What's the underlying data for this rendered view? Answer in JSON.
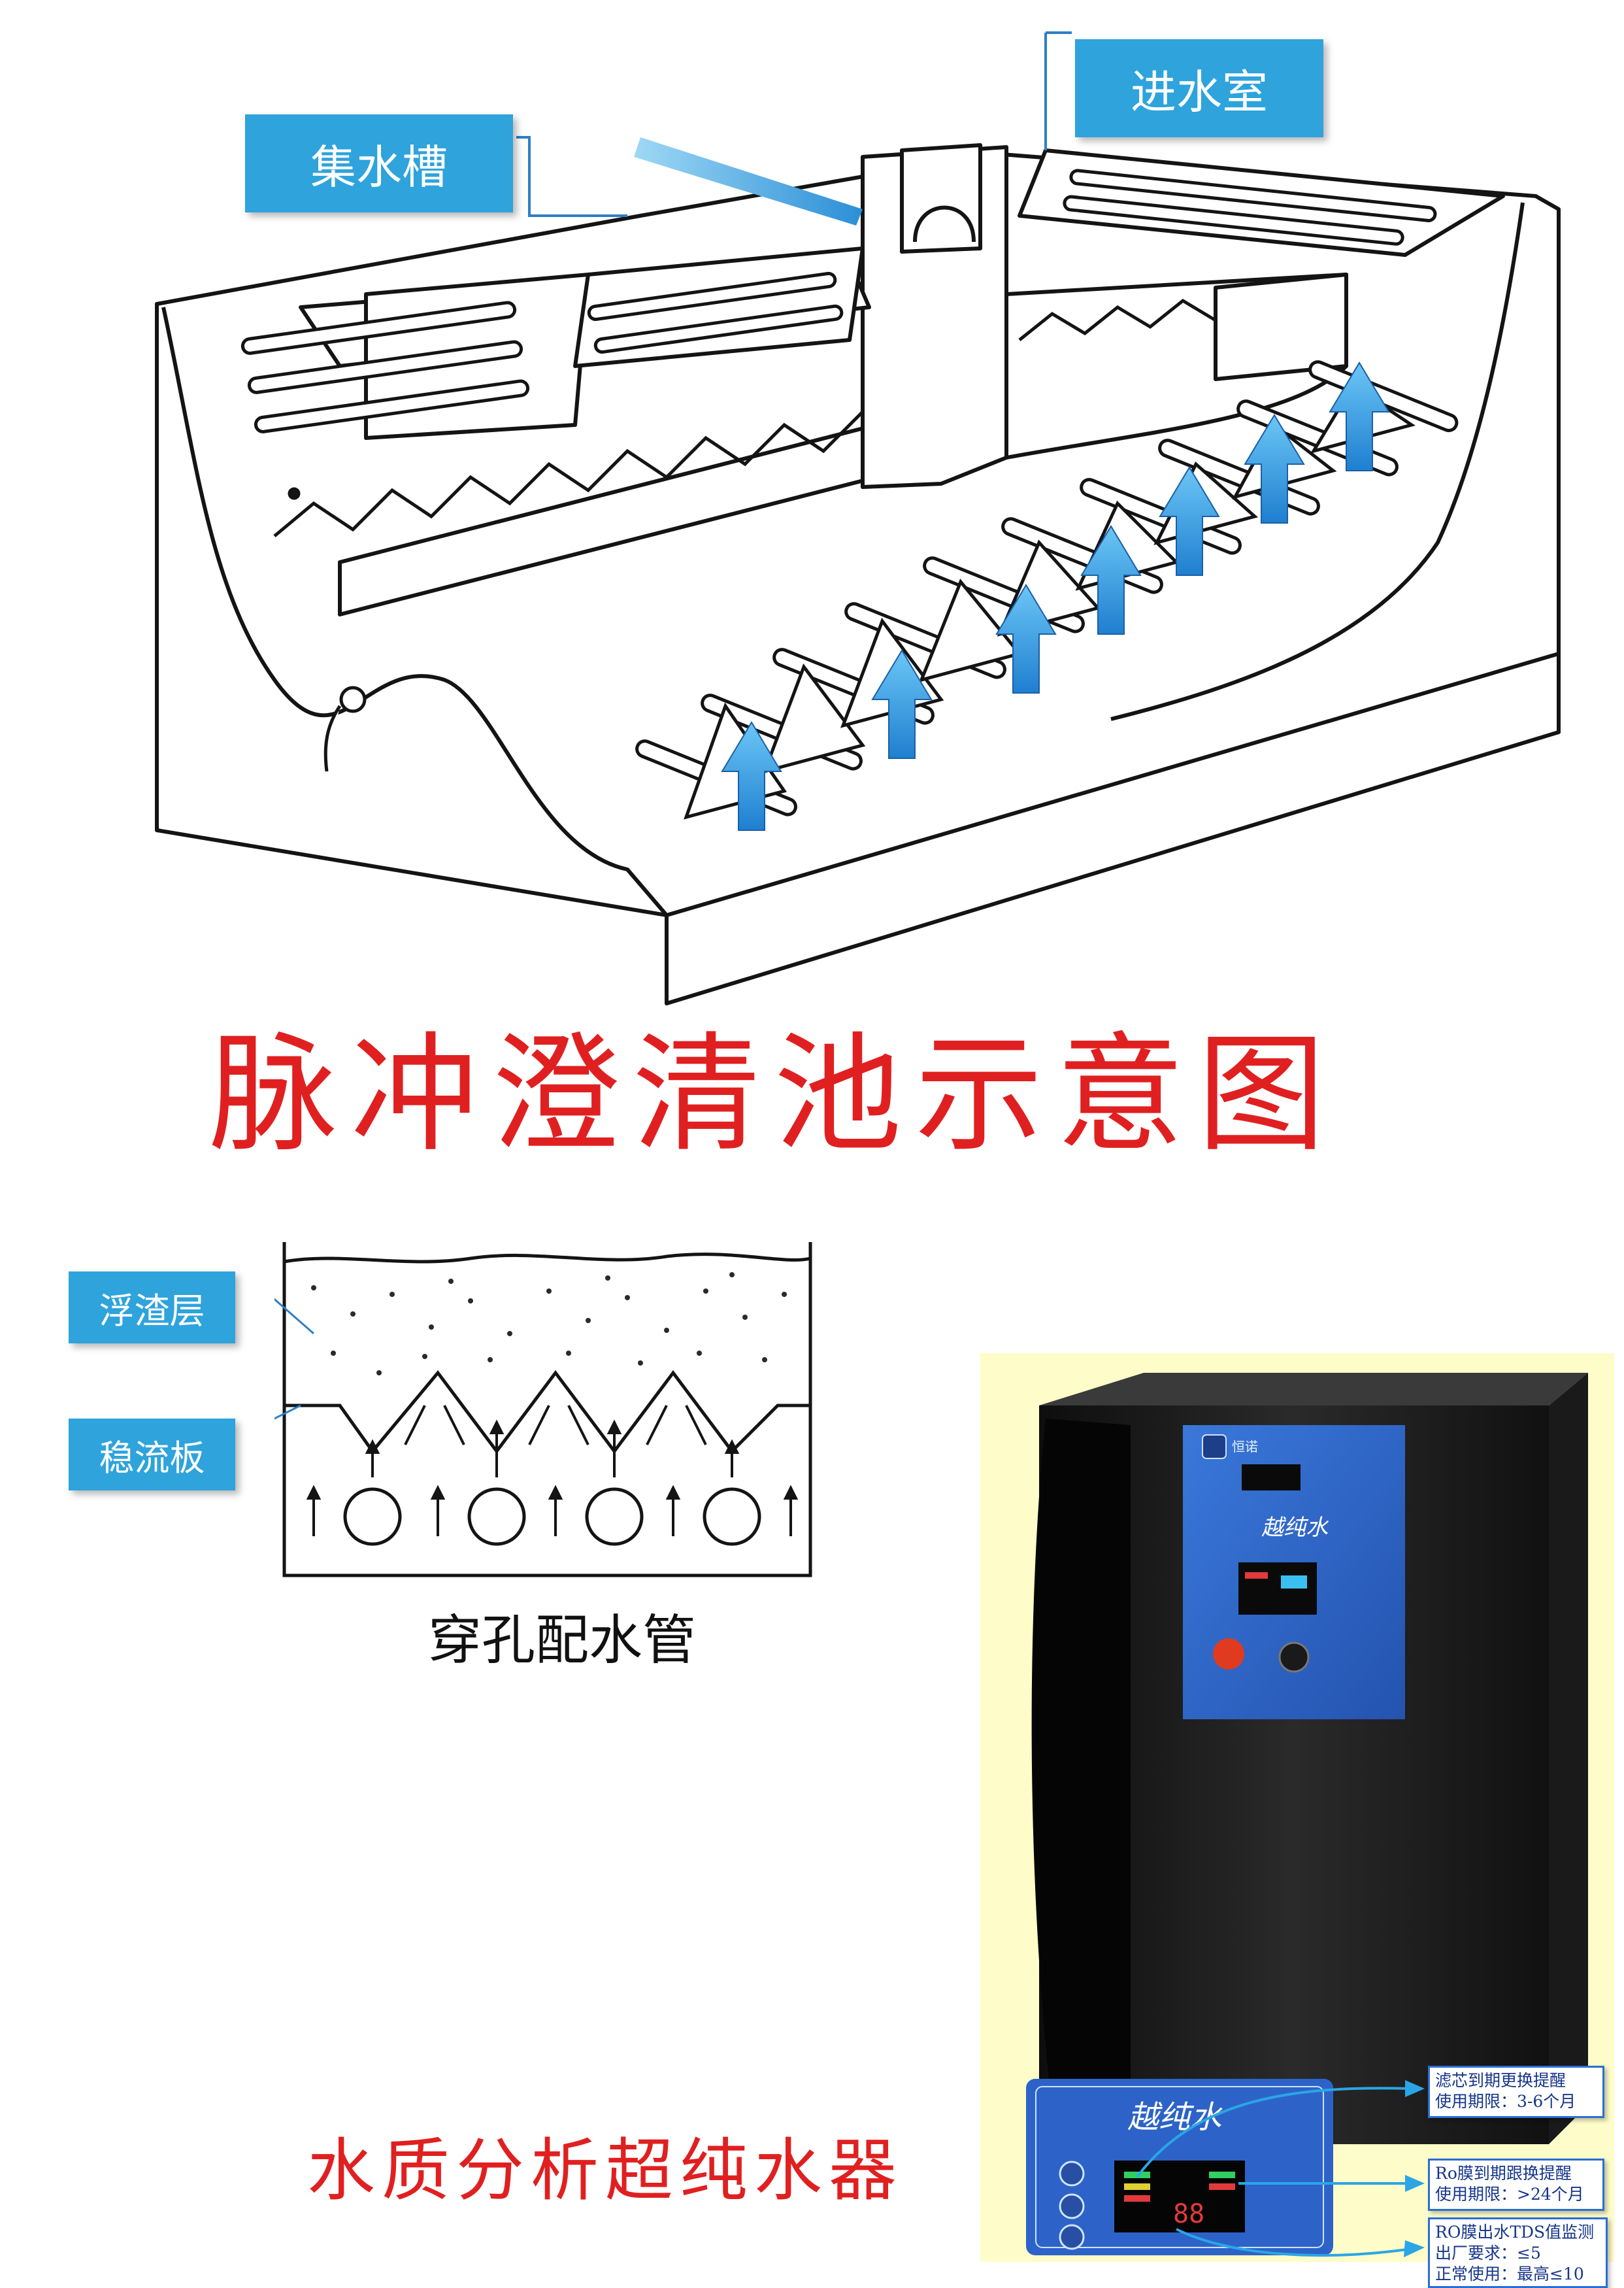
{
  "main_diagram": {
    "labels": {
      "collection_trough": "集水槽",
      "inlet_chamber": "进水室"
    }
  },
  "title": "脉冲澄清池示意图",
  "pipe_diagram": {
    "labels": {
      "scum_layer": "浮渣层",
      "baffle_plate": "稳流板"
    },
    "caption": "穿孔配水管"
  },
  "product": {
    "title": "水质分析超纯水器",
    "brand_panel_text": "越纯水",
    "logo_text": "恒诺",
    "notes": [
      {
        "line1": "滤芯到期更换提醒",
        "line2": "使用期限：3-6个月"
      },
      {
        "line1": "Ro膜到期跟换提醒",
        "line2": "使用期限：>24个月"
      },
      {
        "line1": "RO膜出水TDS值监测",
        "line2": "出厂要求：≤5",
        "line3": "正常使用：最高≤10"
      }
    ],
    "display_digits": "88"
  },
  "colors": {
    "callout_blue": "#2ea3dc",
    "title_red": "#e02020",
    "machine_blue": "#2d63c8",
    "arrow_blue": "#2b8fd6"
  }
}
